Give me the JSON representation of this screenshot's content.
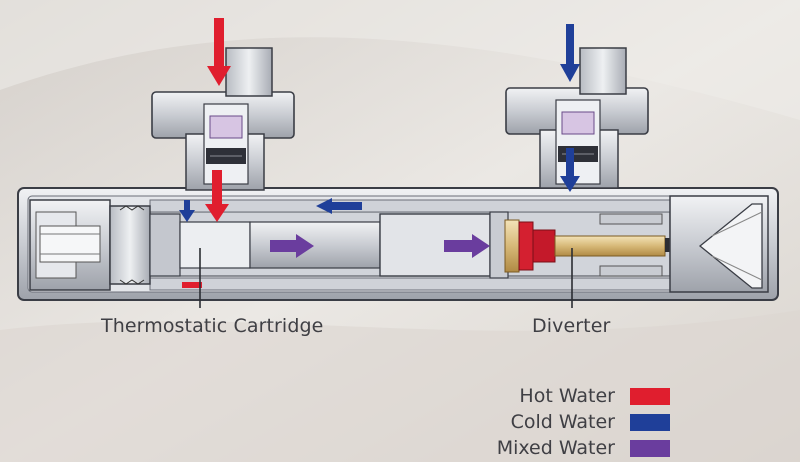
{
  "labels": {
    "thermostatic_cartridge": "Thermostatic Cartridge",
    "diverter": "Diverter"
  },
  "legend": [
    {
      "label": "Hot Water",
      "color": "#e01e2e"
    },
    {
      "label": "Cold Water",
      "color": "#1f3f99"
    },
    {
      "label": "Mixed Water",
      "color": "#6a3d9e"
    }
  ],
  "colors": {
    "background": "#e6e2de",
    "hot": "#e01e2e",
    "cold": "#1f3f99",
    "mixed": "#6a3d9e",
    "body_fill": "#d8dbe0",
    "body_stroke": "#3a3d45"
  }
}
